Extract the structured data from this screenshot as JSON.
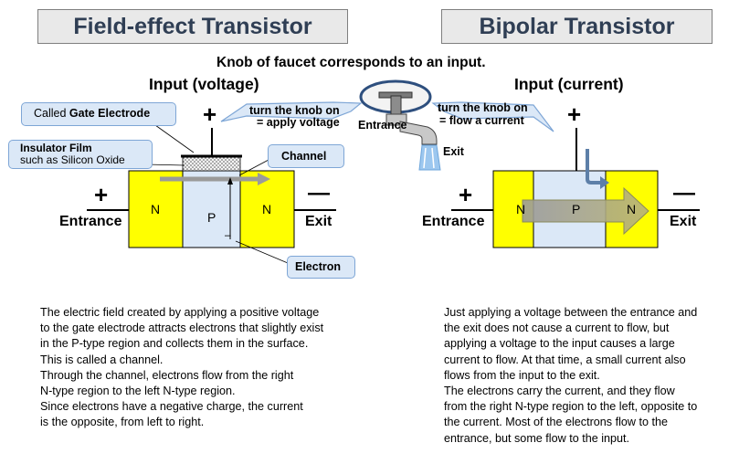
{
  "fet": {
    "title": "Field-effect Transistor",
    "input_label": "Input (voltage)",
    "plus_top": "+",
    "plus_left": "+",
    "minus_right": "—",
    "entrance": "Entrance",
    "exit": "Exit",
    "regions": [
      "N",
      "P",
      "N"
    ],
    "callout_gate_prefix": "Called ",
    "callout_gate_bold": "Gate Electrode",
    "callout_insulator_line1": "Insulator Film",
    "callout_insulator_line2": "such as Silicon Oxide",
    "callout_channel": "Channel",
    "callout_electron": "Electron",
    "electron_sign": "–",
    "knob_line1": "turn the knob on",
    "knob_line2": "= apply voltage",
    "description": [
      "The electric field created by applying a positive voltage",
      "to the gate electrode attracts electrons that slightly exist",
      "in the P-type region and collects them in the surface.",
      "This is called a channel.",
      "Through the channel, electrons flow from the right",
      "N-type region to the left N-type region.",
      "Since electrons have a negative charge, the current",
      "is the opposite, from left to right."
    ]
  },
  "bjt": {
    "title": "Bipolar Transistor",
    "input_label": "Input (current)",
    "plus_top": "+",
    "plus_left": "+",
    "minus_right": "—",
    "entrance": "Entrance",
    "exit": "Exit",
    "regions": [
      "N",
      "P",
      "N"
    ],
    "knob_line1": "turn the knob on",
    "knob_line2": "= flow a current",
    "description": [
      "Just applying a voltage between the entrance and",
      "the exit does not cause a current to flow, but",
      "applying a voltage to the input causes a large",
      "current to flow. At that time, a small current also",
      "flows from the input to the exit.",
      "The electrons carry the current, and they flow",
      "from the right N-type region to the left, opposite to",
      "the current. Most of the electrons flow to the",
      "entrance, but some flow to the input."
    ]
  },
  "faucet": {
    "heading": "Knob of faucet corresponds to an input.",
    "entrance": "Entrance",
    "exit": "Exit"
  },
  "colors": {
    "n_region": "#ffff00",
    "p_region": "#dbe8f7",
    "callout_fill": "#dbe8f7",
    "callout_border": "#7ea6d6",
    "title_text": "#2f3e54",
    "title_fill": "#e9e9e9"
  }
}
